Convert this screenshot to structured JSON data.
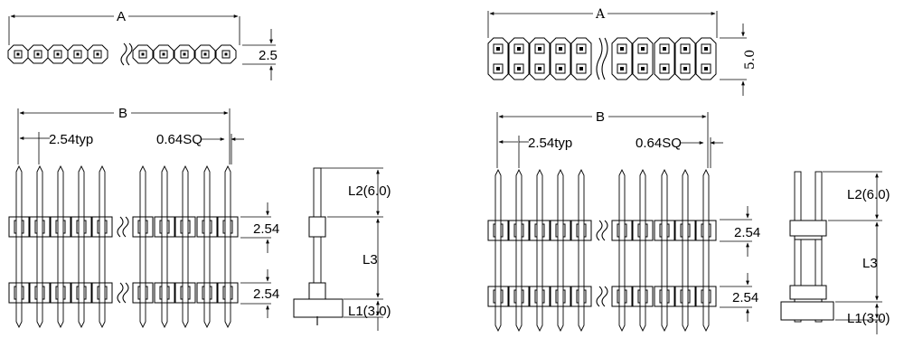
{
  "colors": {
    "ink": "#000000",
    "paper": "#ffffff"
  },
  "single_row": {
    "top_view": {
      "dim_a": "A",
      "dim_pitch_side": "2.5"
    },
    "front_view": {
      "dim_b": "B",
      "dim_pitch": "2.54typ",
      "dim_pin": "0.64SQ",
      "dim_spacing_1": "2.54",
      "dim_spacing_2": "2.54"
    },
    "side_view": {
      "dim_l2": "L2(6.0)",
      "dim_l3": "L3",
      "dim_l1": "L1(3.0)"
    }
  },
  "dual_row": {
    "top_view": {
      "dim_a": "A",
      "dim_height": "5.0"
    },
    "front_view": {
      "dim_b": "B",
      "dim_pitch": "2.54typ",
      "dim_pin": "0.64SQ",
      "dim_spacing_1": "2.54",
      "dim_spacing_2": "2.54"
    },
    "side_view": {
      "dim_l2": "L2(6.0)",
      "dim_l3": "L3",
      "dim_l1": "L1(3.0)"
    }
  }
}
